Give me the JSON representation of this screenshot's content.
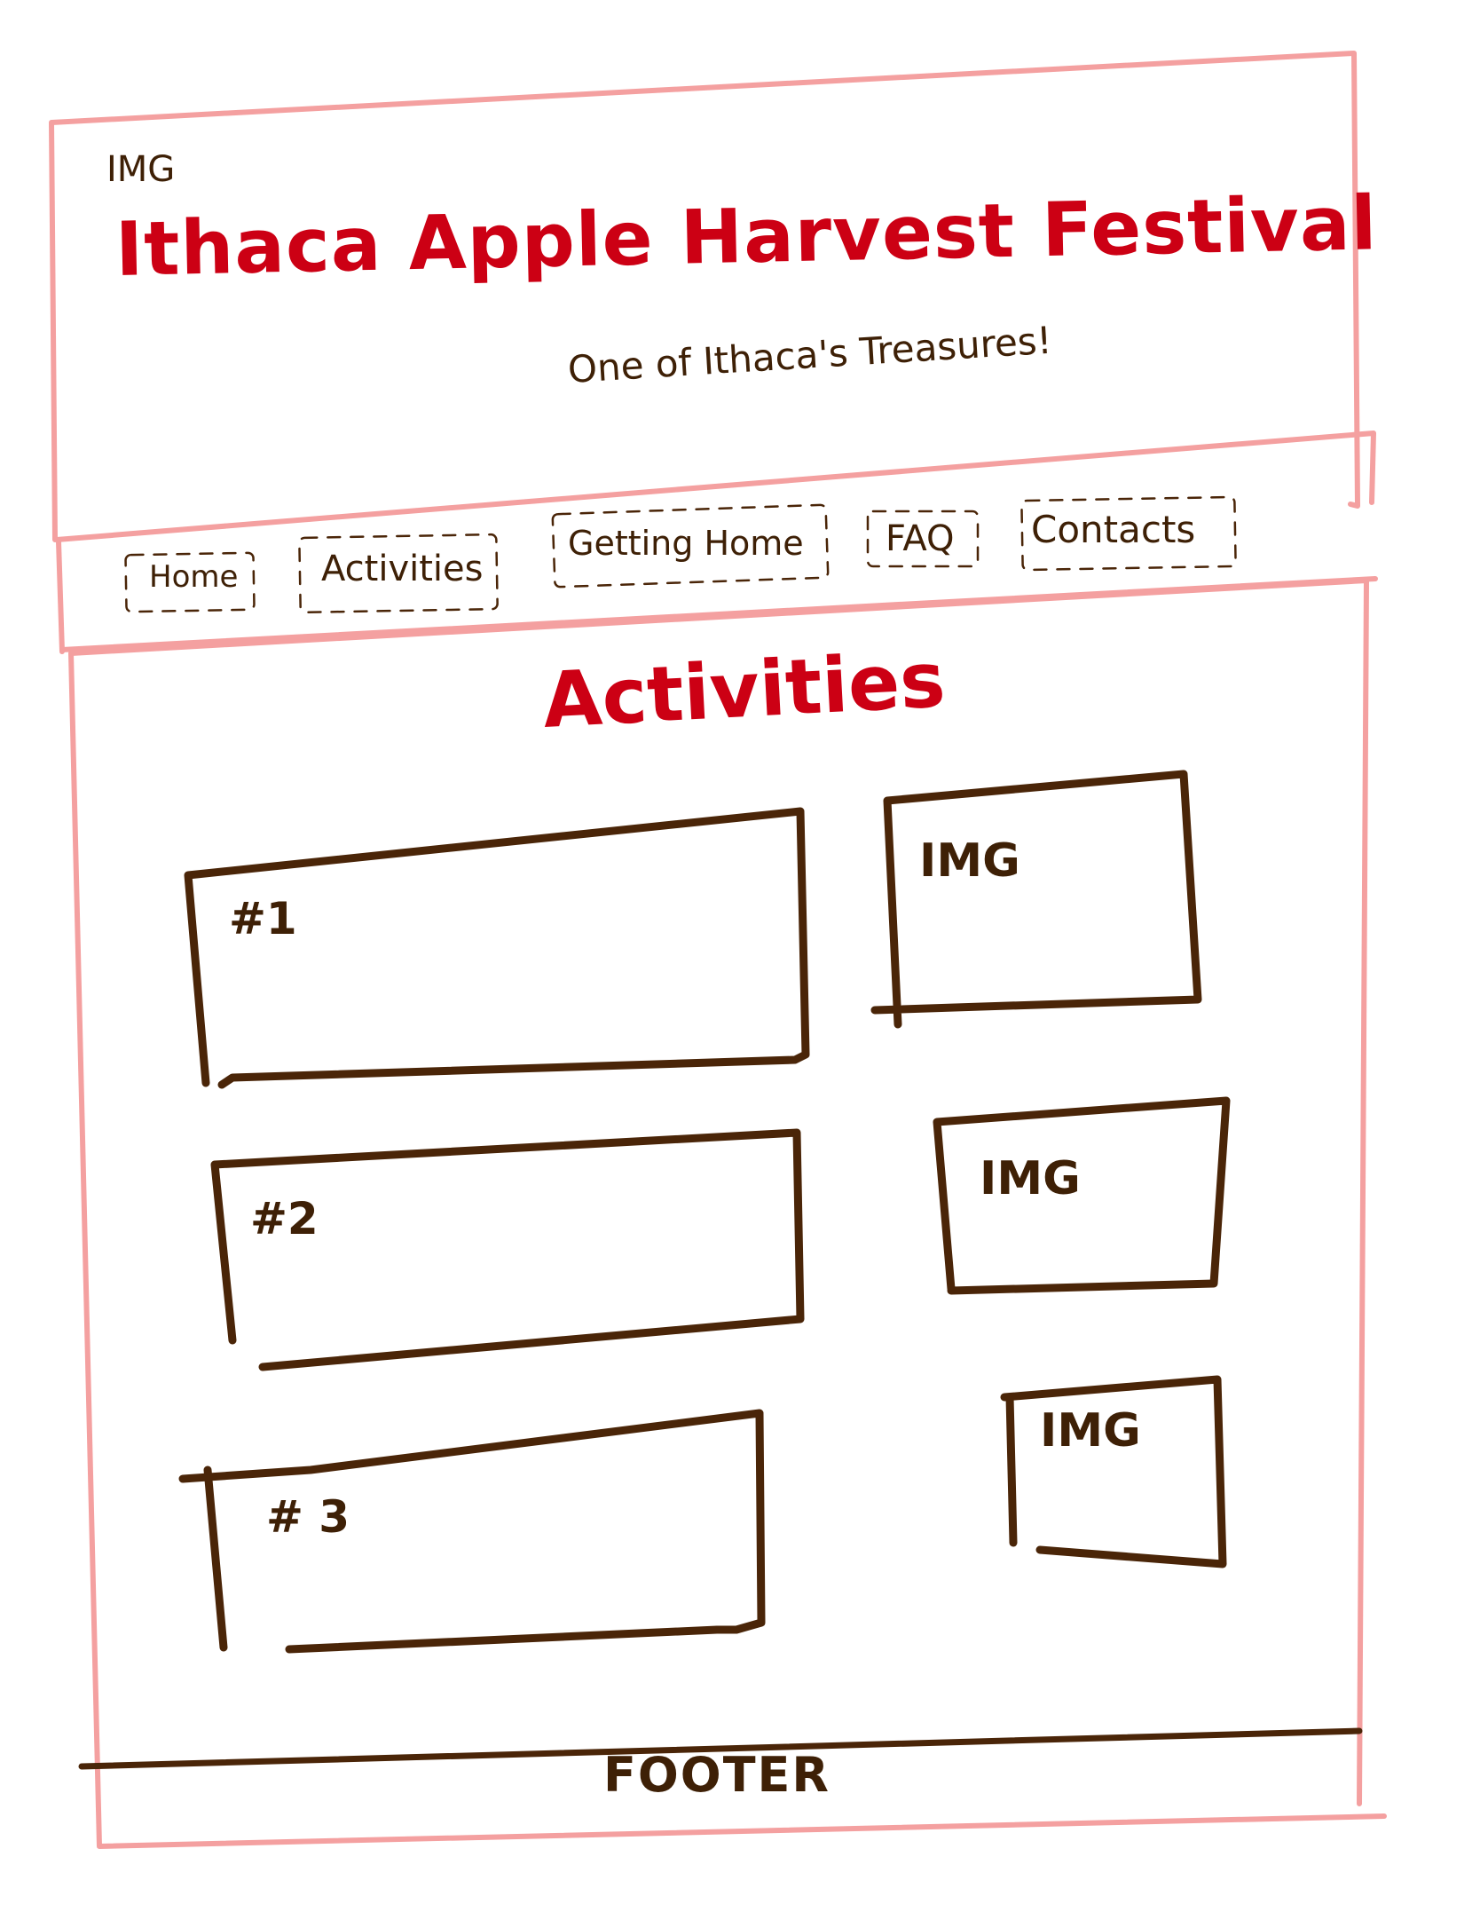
{
  "header": {
    "logo_label": "IMG",
    "site_title": "Ithaca Apple Harvest Festival",
    "tagline": "One of Ithaca's Treasures!"
  },
  "nav": {
    "items": [
      {
        "label": "Home"
      },
      {
        "label": "Activities"
      },
      {
        "label": "Getting Home"
      },
      {
        "label": "FAQ"
      },
      {
        "label": "Contacts"
      }
    ]
  },
  "main": {
    "section_title": "Activities",
    "activities": [
      {
        "number": "#1",
        "image_label": "IMG"
      },
      {
        "number": "#2",
        "image_label": "IMG"
      },
      {
        "number": "# 3",
        "image_label": "IMG"
      }
    ]
  },
  "footer": {
    "label": "FOOTER"
  },
  "colors": {
    "frame": "#f4a0a0",
    "title": "#cc0014",
    "ink": "#4a2508"
  }
}
